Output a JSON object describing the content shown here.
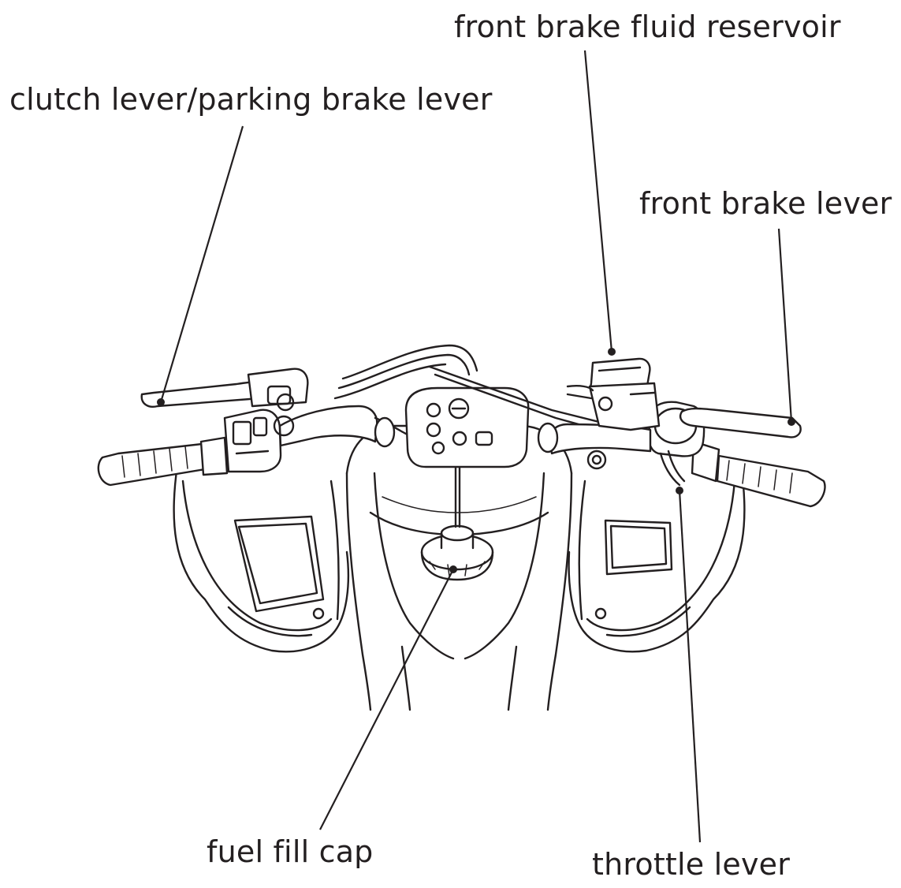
{
  "labels": {
    "clutch_lever": "clutch lever/parking brake lever",
    "front_brake_fluid_reservoir": "front brake fluid reservoir",
    "front_brake_lever": "front brake lever",
    "fuel_fill_cap": "fuel fill cap",
    "throttle_lever": "throttle lever"
  },
  "colors": {
    "line": "#231f20",
    "background": "#ffffff"
  }
}
